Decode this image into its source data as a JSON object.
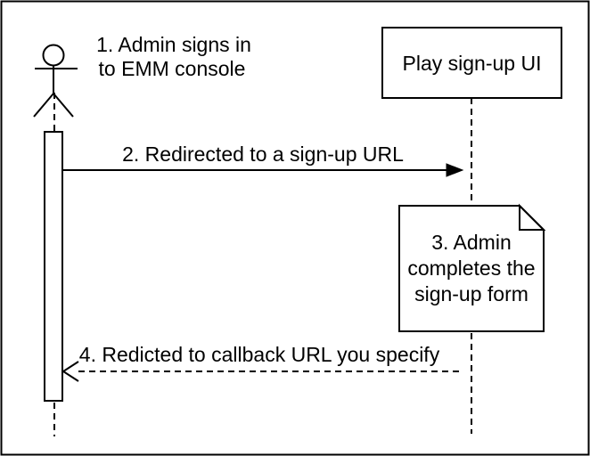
{
  "diagram": {
    "kind": "uml-sequence-diagram",
    "colors": {
      "stroke": "#000000",
      "background": "#ffffff",
      "note_fold_fill": "#f0f0f0",
      "shape_fill": "#ffffff"
    },
    "actor": {
      "label_line1": "1. Admin signs in",
      "label_line2": "to EMM console"
    },
    "participant": {
      "name": "Play sign-up UI"
    },
    "messages": {
      "redirect": {
        "text": "2. Redirected to a sign-up URL",
        "style": "solid",
        "direction": "left-to-right"
      },
      "callback": {
        "text": "4. Redicted to callback URL you specify",
        "style": "dashed",
        "direction": "right-to-left"
      }
    },
    "note": {
      "line1": "3. Admin",
      "line2": "completes the",
      "line3": "sign-up form"
    }
  }
}
